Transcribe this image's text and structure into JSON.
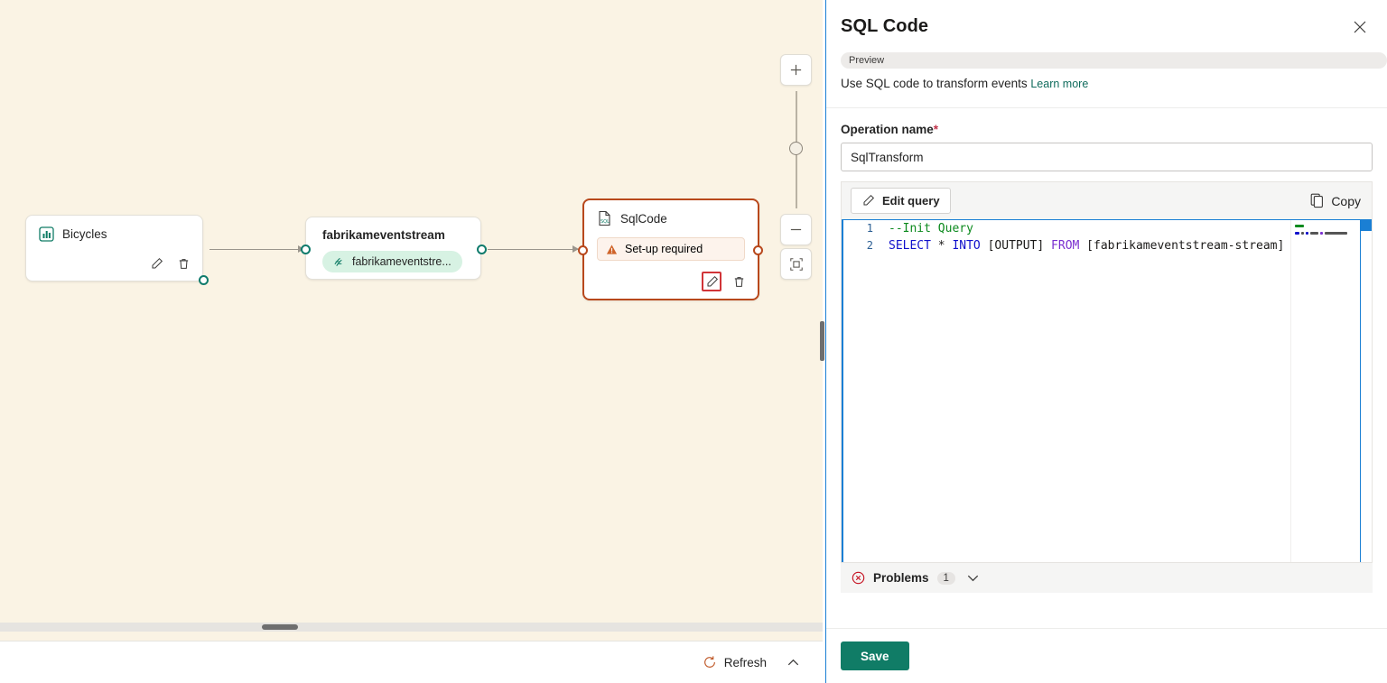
{
  "canvas": {
    "nodes": [
      {
        "id": "source",
        "title": "Bicycles",
        "icon": "bar-chart-icon",
        "actions": [
          "edit-pencil-icon",
          "delete-trash-icon"
        ]
      },
      {
        "id": "eventstream",
        "title": "fabrikameventstream",
        "pill_label": "fabrikameventstre...",
        "pill_icon": "stream-icon"
      },
      {
        "id": "sqlcode",
        "title": "SqlCode",
        "icon": "sql-file-icon",
        "status_label": "Set-up required",
        "status_icon": "warning-triangle-icon",
        "actions": [
          "edit-pencil-icon",
          "delete-trash-icon"
        ]
      }
    ],
    "zoom_controls": {
      "zoom_in_label": "+",
      "zoom_out_label": "−",
      "fit_label": "fit-to-screen-icon"
    },
    "bottom_bar": {
      "refresh_label": "Refresh",
      "refresh_icon": "refresh-circular-arrow-icon",
      "collapse_icon": "chevron-up-icon"
    }
  },
  "panel": {
    "title": "SQL Code",
    "close_icon": "close-x-icon",
    "preview_badge": "Preview",
    "subtitle": "Use SQL code to transform events",
    "learn_more": "Learn more",
    "operation_name": {
      "label": "Operation name",
      "required_mark": "*",
      "value": "SqlTransform"
    },
    "editor_toolbar": {
      "edit_query_label": "Edit query",
      "edit_query_icon": "pencil-icon",
      "copy_label": "Copy",
      "copy_icon": "copy-icon"
    },
    "code": {
      "lines": [
        {
          "number": "1",
          "tokens": [
            {
              "t": "--Init Query",
              "c": "comment"
            }
          ]
        },
        {
          "number": "2",
          "tokens": [
            {
              "t": "SELECT",
              "c": "kw"
            },
            {
              "t": " * ",
              "c": "op"
            },
            {
              "t": "INTO",
              "c": "kw"
            },
            {
              "t": " [OUTPUT] ",
              "c": "plain"
            },
            {
              "t": "FROM",
              "c": "kw2"
            },
            {
              "t": " [fabrikameventstream-stream]",
              "c": "plain"
            }
          ]
        }
      ]
    },
    "problems": {
      "label": "Problems",
      "count": "1",
      "icon": "error-circle-icon",
      "expand_icon": "chevron-down-icon"
    },
    "footer": {
      "save_label": "Save"
    }
  },
  "colors": {
    "canvas_bg": "#faf3e4",
    "accent_teal": "#107c66",
    "warning_border": "#b8481c",
    "highlight_red": "#d13438",
    "editor_blue": "#1a7fd4"
  }
}
